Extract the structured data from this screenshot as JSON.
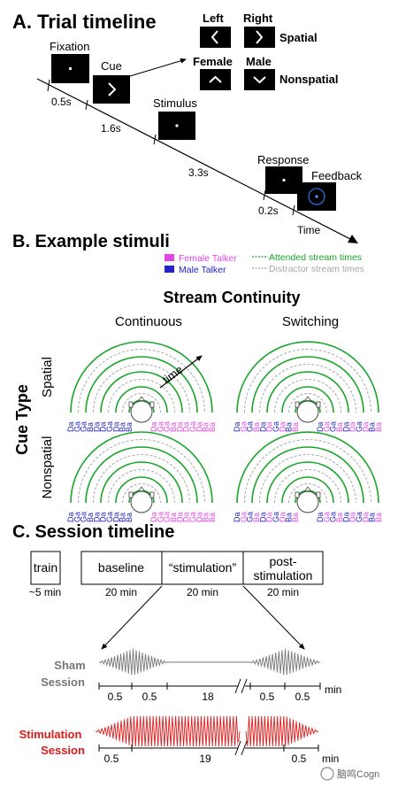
{
  "panel_a": {
    "title": "A. Trial timeline",
    "fixation": "Fixation",
    "cue": "Cue",
    "stimulus": "Stimulus",
    "response": "Response",
    "feedback": "Feedback",
    "time_label": "Time",
    "durations": [
      "0.5s",
      "1.6s",
      "3.3s",
      "0.2s"
    ],
    "cue_left": "Left",
    "cue_right": "Right",
    "cue_female": "Female",
    "cue_male": "Male",
    "spatial": "Spatial",
    "nonspatial": "Nonspatial"
  },
  "panel_b": {
    "title": "B. Example stimuli",
    "legend": {
      "female": "Female Talker",
      "male": "Male Talker",
      "attended": "Attended stream times",
      "distractor": "Distractor stream times"
    },
    "stream_continuity": "Stream Continuity",
    "continuous": "Continuous",
    "switching": "Switching",
    "cue_type": "Cue Type",
    "spatial": "Spatial",
    "nonspatial": "Nonspatial",
    "time_word": "time",
    "syllables": [
      "Da",
      "Ga",
      "Ga",
      "Ba",
      "Da",
      "Da",
      "Ga",
      "Da",
      "Ba",
      "Ba"
    ],
    "colors": {
      "female": "#e645e6",
      "male": "#2323c8",
      "attended": "#1aa52a",
      "distractor": "#a8a8a8"
    }
  },
  "panel_c": {
    "title": "C. Session timeline",
    "blocks": [
      {
        "label": "train",
        "duration": "~5 min"
      },
      {
        "label": "baseline",
        "duration": "20 min"
      },
      {
        "label": "“stimulation”",
        "duration": "20 min"
      },
      {
        "label": "post-stimulation",
        "duration": "20 min"
      }
    ],
    "post_line1": "post-",
    "post_line2": "stimulation",
    "sham": {
      "label_line1": "Sham",
      "label_line2": "Session",
      "segments": [
        "0.5",
        "0.5",
        "18",
        "0.5",
        "0.5"
      ],
      "unit": "min",
      "color": "#777777"
    },
    "stim": {
      "label_line1": "Stimulation",
      "label_line2": "Session",
      "segments": [
        "0.5",
        "19",
        "0.5"
      ],
      "unit": "min",
      "color": "#e01a1a"
    }
  },
  "watermark": "脑鸣Cogn"
}
